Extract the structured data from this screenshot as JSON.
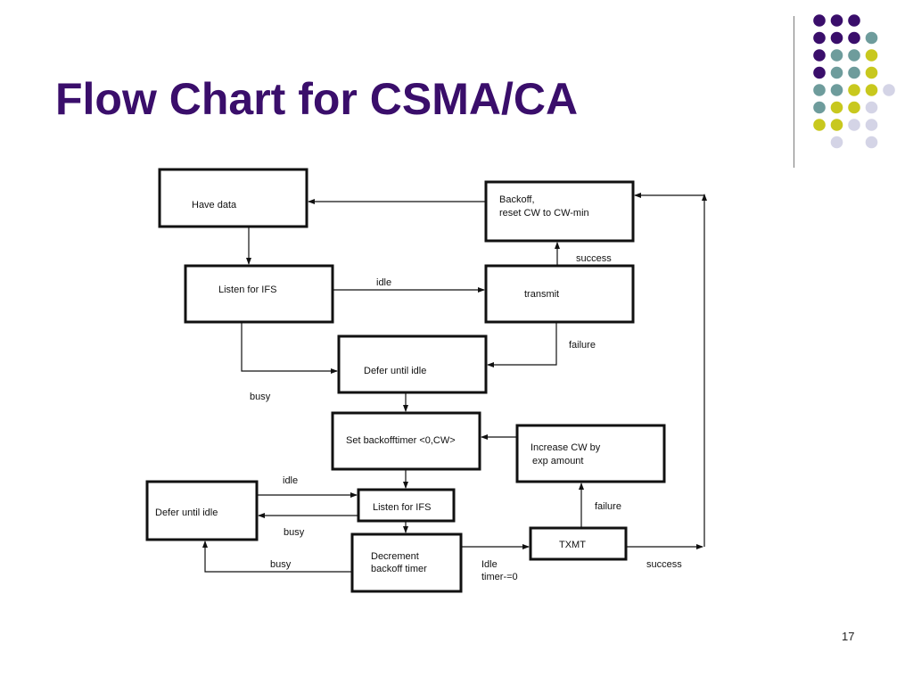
{
  "slide": {
    "title": "Flow Chart for CSMA/CA",
    "page_number": "17"
  },
  "decoration": {
    "dot_colors": [
      "#3a0e6b",
      "#6e9c9c",
      "#c8c81e",
      "#d4d4e6"
    ]
  },
  "flowchart": {
    "boxes": {
      "have_data": "Have data",
      "backoff_line1": "Backoff,",
      "backoff_line2": "reset CW to CW-min",
      "listen_ifs_top": "Listen for IFS",
      "transmit": "transmit",
      "defer_idle_center": "Defer until idle",
      "set_backoff": "Set backofftimer <0,CW>",
      "increase_cw_line1": "Increase CW by",
      "increase_cw_line2": "exp amount",
      "defer_idle_left": "Defer until idle",
      "listen_ifs_bottom": "Listen for IFS",
      "decrement_line1": "Decrement",
      "decrement_line2": "backoff timer",
      "txmt": "TXMT"
    },
    "labels": {
      "idle_top": "idle",
      "success_top": "success",
      "failure_top": "failure",
      "busy_top": "busy",
      "idle_left": "idle",
      "busy_left": "busy",
      "busy_bottom": "busy",
      "failure_txmt": "failure",
      "idle_timer_line1": "Idle",
      "idle_timer_line2": "timer-=0",
      "success_bottom": "success"
    }
  }
}
